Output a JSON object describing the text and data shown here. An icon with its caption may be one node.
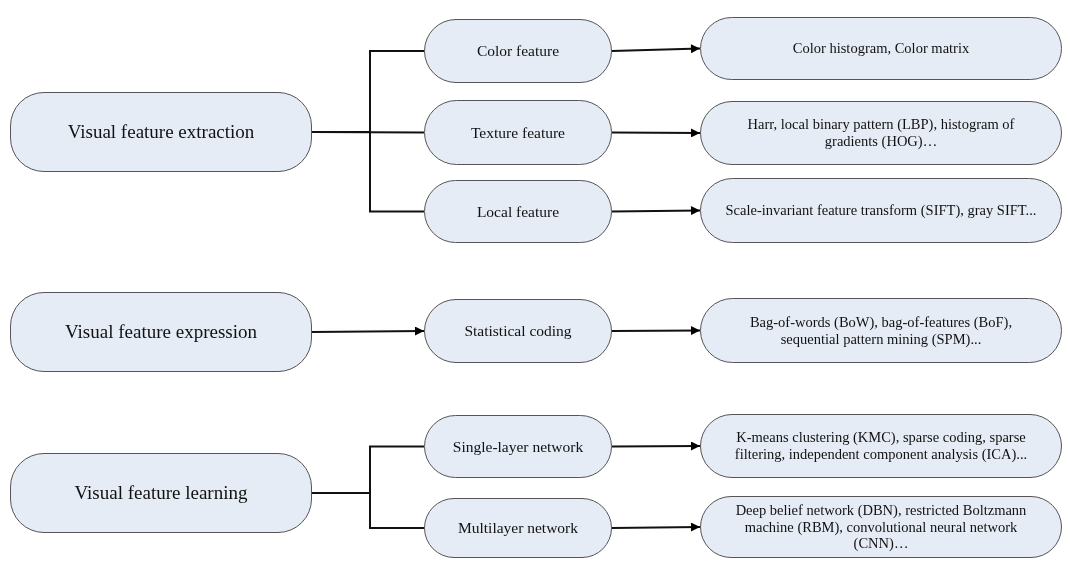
{
  "diagram": {
    "nodes": [
      {
        "text": [
          "Visual feature extraction"
        ]
      },
      {
        "text": [
          "Color feature"
        ]
      },
      {
        "text": [
          "Texture feature"
        ]
      },
      {
        "text": [
          "Local feature"
        ]
      },
      {
        "text": [
          "Color histogram, Color matrix"
        ]
      },
      {
        "text": [
          "Harr, local binary pattern (LBP), histogram of gradients (HOG)…"
        ]
      },
      {
        "text": [
          "Scale-invariant feature transform (SIFT), gray SIFT..."
        ]
      },
      {
        "text": [
          "Visual feature expression"
        ]
      },
      {
        "text": [
          "Statistical coding"
        ]
      },
      {
        "text": [
          "Bag-of-words (BoW), bag-of-features (BoF), sequential pattern mining (SPM)..."
        ]
      },
      {
        "text": [
          "Visual feature learning"
        ]
      },
      {
        "text": [
          "Single-layer network"
        ]
      },
      {
        "text": [
          "Multilayer network"
        ]
      },
      {
        "text": [
          "K-means clustering (KMC), sparse coding, sparse filtering, independent component analysis (ICA)..."
        ]
      },
      {
        "text": [
          "Deep belief network (DBN), restricted Boltzmann machine (RBM), convolutional neural network (CNN)…"
        ]
      }
    ],
    "edges": [
      {
        "from": 0,
        "to": 1,
        "arrow": "none"
      },
      {
        "from": 0,
        "to": 2,
        "arrow": "none"
      },
      {
        "from": 0,
        "to": 3,
        "arrow": "none"
      },
      {
        "from": 1,
        "to": 4,
        "arrow": "to"
      },
      {
        "from": 2,
        "to": 5,
        "arrow": "to"
      },
      {
        "from": 3,
        "to": 6,
        "arrow": "to"
      },
      {
        "from": 7,
        "to": 8,
        "arrow": "to"
      },
      {
        "from": 8,
        "to": 9,
        "arrow": "to"
      },
      {
        "from": 10,
        "to": 11,
        "arrow": "none"
      },
      {
        "from": 10,
        "to": 12,
        "arrow": "none"
      },
      {
        "from": 11,
        "to": 13,
        "arrow": "to"
      },
      {
        "from": 12,
        "to": 14,
        "arrow": "to"
      }
    ]
  }
}
